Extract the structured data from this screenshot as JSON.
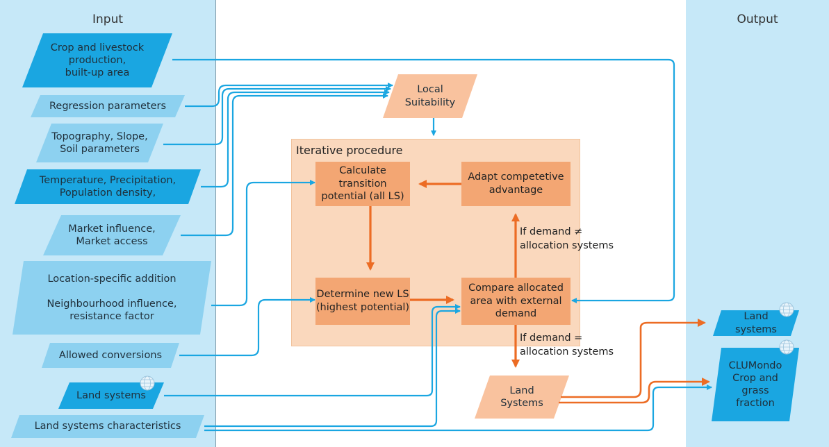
{
  "panels": {
    "input": "Input",
    "output": "Output"
  },
  "iterative_title": "Iterative procedure",
  "inputs": [
    "Crop and livestock\nproduction,\nbuilt-up area",
    "Regression parameters",
    "Topography, Slope,\nSoil parameters",
    "Temperature, Precipitation,\nPopulation density,",
    "Market influence,\nMarket access",
    "Location-specific addition\n\nNeighbourhood influence,\nresistance factor",
    "Allowed conversions",
    "Land systems",
    "Land systems characteristics"
  ],
  "local_suitability": "Local\nSuitability",
  "process": {
    "calc": "Calculate transition\npotential (all LS)",
    "adapt": "Adapt competetive\nadvantage",
    "determine": "Determine new LS\n(highest potential)",
    "compare": "Compare allocated\narea with external\ndemand"
  },
  "conditions": {
    "not_equal": "If demand ≠\nallocation systems",
    "equal": "If demand =\nallocation systems"
  },
  "land_systems_result": "Land\nSystems",
  "outputs": {
    "land_systems": "Land systems",
    "clumondo": "CLUMondo\nCrop and\ngrass\nfraction"
  },
  "colors": {
    "input_panel": "#c6e8f8",
    "dark_blue_shape": "#1aa6e1",
    "light_blue_shape": "#8dd1f0",
    "orange_box": "#f3a673",
    "iterative_bg": "#fad8bd",
    "blue_arrow": "#1aa6e1",
    "orange_arrow": "#ec6c24"
  }
}
